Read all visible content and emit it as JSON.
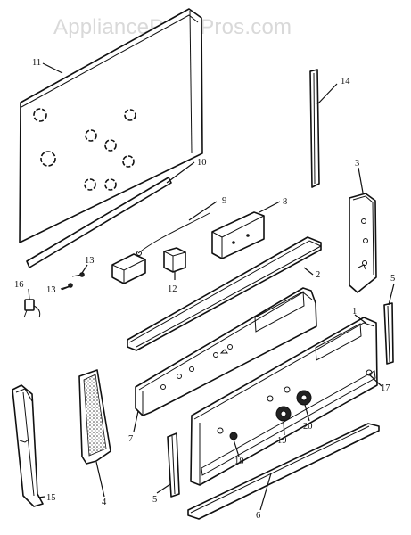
{
  "watermark": "AppliancePartsPros.com",
  "callouts": {
    "c1": "1",
    "c2": "2",
    "c3": "3",
    "c4": "4",
    "c5a": "5",
    "c5b": "5",
    "c6": "6",
    "c7": "7",
    "c8": "8",
    "c9": "9",
    "c10": "10",
    "c11": "11",
    "c12": "12",
    "c13a": "13",
    "c13b": "13",
    "c14": "14",
    "c15": "15",
    "c16": "16",
    "c17": "17",
    "c18": "18",
    "c19": "19",
    "c20": "20"
  }
}
